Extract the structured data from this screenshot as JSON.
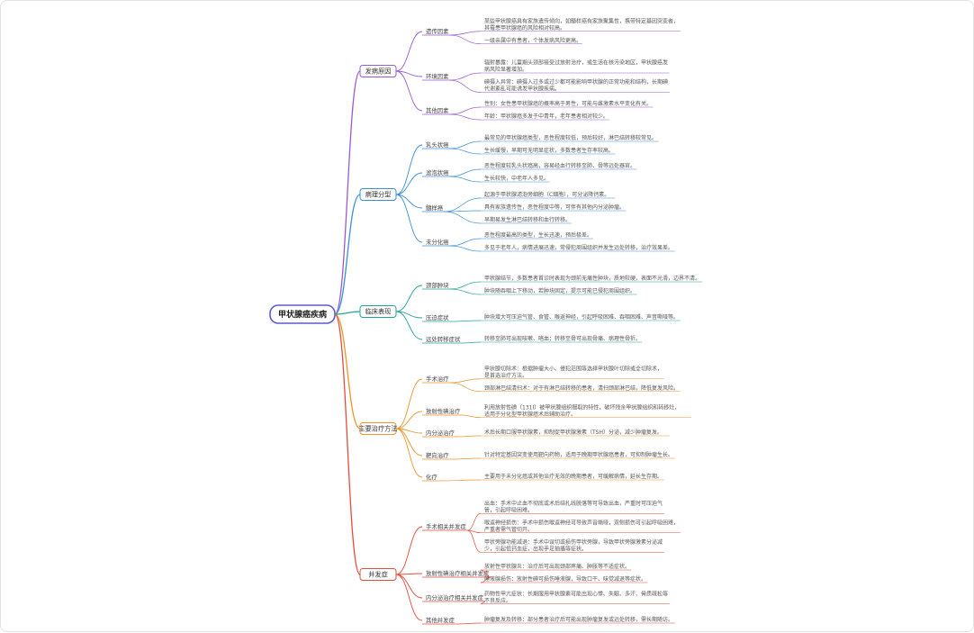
{
  "root": {
    "label": "甲状腺癌疾病"
  },
  "colors": {
    "b0": "#9b59d0",
    "b1": "#3b8fd9",
    "b2": "#24a39b",
    "b3": "#f0932b",
    "b4": "#e24e3b",
    "root_border": "#5b5bd6"
  },
  "branches": [
    {
      "label": "发病原因",
      "groups": [
        {
          "label": "遗传因素",
          "leaves": [
            [
              "某些甲状腺癌具有家族遗传倾向，如髓样癌有家族聚集性，携带特定基因突变者，",
              "其罹患甲状腺癌的风险相对较高。"
            ],
            [
              "一级亲属中有患者，个体发病风险更高。"
            ]
          ]
        },
        {
          "label": "环境因素",
          "leaves": [
            [
              "辐射暴露：儿童期头颈部接受过放射治疗，或生活在核污染地区，甲状腺癌发",
              "病风险显著增加。"
            ],
            [
              "碘摄入异常：碘摄入过多或过少都可能影响甲状腺的正常功能和结构，长期碘",
              "代谢紊乱可能诱发甲状腺疾病。"
            ]
          ]
        },
        {
          "label": "其他因素",
          "leaves": [
            [
              "性别：女性患甲状腺癌的概率高于男性，可能与雌激素水平变化有关。"
            ],
            [
              "年龄：甲状腺癌多发于中青年，老年患者相对较少。"
            ]
          ]
        }
      ]
    },
    {
      "label": "病理分型",
      "groups": [
        {
          "label": "乳头状癌",
          "leaves": [
            [
              "最常见的甲状腺癌类型，恶性程度较低，预后较好，淋巴结转移较常见。"
            ],
            [
              "生长缓慢，早期可无明显症状，多数患者生存率较高。"
            ]
          ]
        },
        {
          "label": "滤泡状癌",
          "leaves": [
            [
              "恶性程度较乳头状癌高，容易经血行转移至肺、骨等远处器官。"
            ],
            [
              "生长较快，中老年人多见。"
            ]
          ]
        },
        {
          "label": "髓样癌",
          "leaves": [
            [
              "起源于甲状腺滤泡旁细胞（C细胞），可分泌降钙素。"
            ],
            [
              "具有家族遗传性，恶性程度中等，可伴有其他内分泌肿瘤。"
            ],
            [
              "早期易发生淋巴结转移和血行转移。"
            ]
          ]
        },
        {
          "label": "未分化癌",
          "leaves": [
            [
              "恶性程度最高的类型，生长迅速，预后极差。"
            ],
            [
              "多见于老年人，病情进展迅速，常侵犯周围组织并发生远处转移，治疗效果差。"
            ]
          ]
        }
      ]
    },
    {
      "label": "临床表现",
      "groups": [
        {
          "label": "颈部肿块",
          "leaves": [
            [
              "甲状腺结节，多数患者首诊时表现为颈前无痛性肿块，质地较硬，表面不光滑，边界不清。"
            ],
            [
              "肿块随吞咽上下移动，若肿块固定，提示可能已侵犯周围组织。"
            ]
          ]
        },
        {
          "label": "压迫症状",
          "leaves": [
            [
              "肿块增大可压迫气管、食管、喉返神经，引起呼吸困难、吞咽困难、声音嘶哑等。"
            ]
          ]
        },
        {
          "label": "远处转移症状",
          "leaves": [
            [
              "转移至肺可出现咳嗽、咯血；转移至骨可出现骨痛、病理性骨折。"
            ]
          ]
        }
      ]
    },
    {
      "label": "主要治疗方法",
      "groups": [
        {
          "label": "手术治疗",
          "leaves": [
            [
              "甲状腺切除术：根据肿瘤大小、侵犯范围等选择甲状腺叶切除或全切除术，",
              "是首选治疗方法。"
            ],
            [
              "颈部淋巴结清扫术：对于有淋巴结转移的患者，清扫颈部淋巴结，降低复发风险。"
            ]
          ]
        },
        {
          "label": "放射性碘治疗",
          "leaves": [
            [
              "利用放射性碘（131I）被甲状腺组织摄取的特性，破坏残余甲状腺组织和转移灶，",
              "适用于分化型甲状腺癌术后辅助治疗。"
            ]
          ]
        },
        {
          "label": "内分泌治疗",
          "leaves": [
            [
              "术后长期口服甲状腺素，抑制促甲状腺激素（TSH）分泌，减少肿瘤复发。"
            ]
          ]
        },
        {
          "label": "靶向治疗",
          "leaves": [
            [
              "针对特定基因突变使用靶向药物，适用于晚期甲状腺癌患者，可抑制肿瘤生长。"
            ]
          ]
        },
        {
          "label": "化疗",
          "leaves": [
            [
              "主要用于未分化癌或其他治疗无效的晚期患者，可缓解病情，延长生存期。"
            ]
          ]
        }
      ]
    },
    {
      "label": "并发症",
      "groups": [
        {
          "label": "手术相关并发症",
          "leaves": [
            [
              "出血：手术中止血不彻底或术后结扎线脱落等可导致出血，严重时可压迫气",
              "管，引起呼吸困难。"
            ],
            [
              "喉返神经损伤：手术中损伤喉返神经可导致声音嘶哑，双侧损伤可引起呼吸困难，",
              "严重者需气管切开。"
            ],
            [
              "甲状旁腺功能减退：手术中误切或损伤甲状旁腺，导致甲状旁腺激素分泌减",
              "少，引起低钙血症，出现手足抽搐等症状。"
            ]
          ]
        },
        {
          "label": "放射性碘治疗相关并发症",
          "leaves": [
            [
              "放射性甲状腺炎：治疗后可出现颈部疼痛、肿胀等不适症状。"
            ],
            [
              "唾液腺损伤：放射性碘可损伤唾液腺，导致口干、味觉减退等症状。"
            ]
          ]
        },
        {
          "label": "内分泌治疗相关并发症",
          "leaves": [
            [
              "药物性甲亢症状：长期服用甲状腺素可能出现心悸、失眠、多汗、骨质疏松等",
              "不良反应。"
            ]
          ]
        },
        {
          "label": "其他并发症",
          "leaves": [
            [
              "肿瘤复发及转移：部分患者治疗后可能出现肿瘤复发或远处转移，需长期随访。"
            ]
          ]
        }
      ]
    }
  ]
}
